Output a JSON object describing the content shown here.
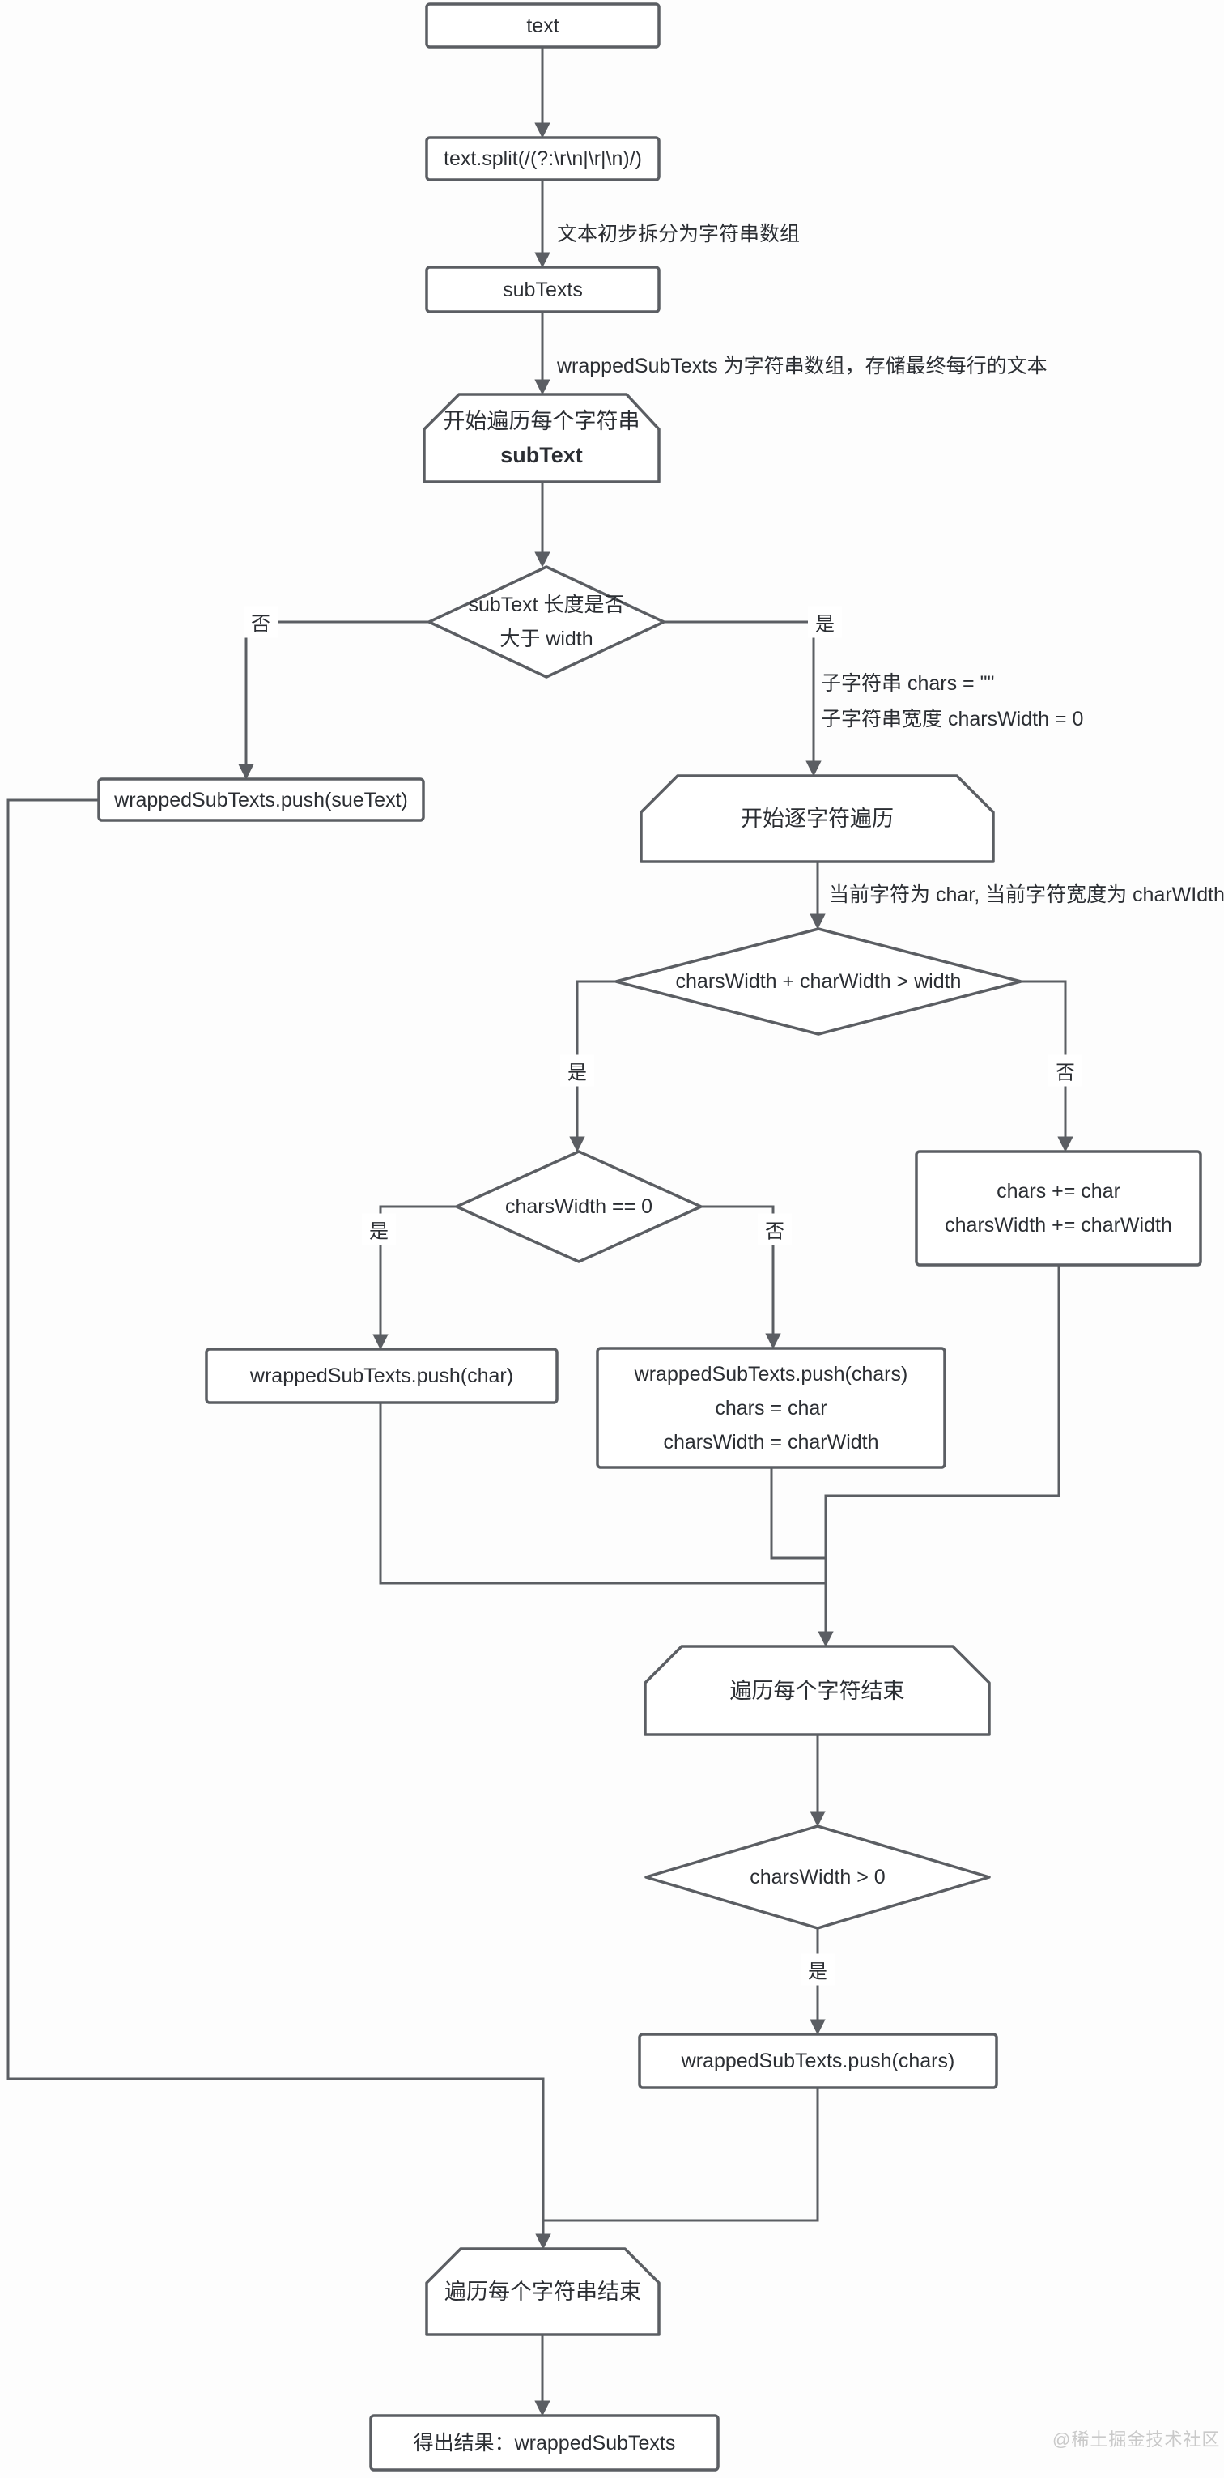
{
  "nodes": {
    "text": {
      "label": "text"
    },
    "split": {
      "label": "text.split(/(?:\\r\\n|\\r|\\n)/)"
    },
    "subtexts": {
      "label": "subTexts"
    },
    "loop_each_subtext": {
      "line1": "开始遍历每个字符串",
      "line2": "subText"
    },
    "dec_length": {
      "line1": "subText 长度是否",
      "line2": "大于 width"
    },
    "push_suetext": {
      "label": "wrappedSubTexts.push(sueText)"
    },
    "loop_each_char": {
      "label": "开始逐字符遍历"
    },
    "dec_overflow": {
      "label": "charsWidth + charWidth > width"
    },
    "acc": {
      "line1": "chars += char",
      "line2": "charsWidth += charWidth"
    },
    "dec_zero": {
      "label": "charsWidth == 0"
    },
    "push_char": {
      "label": "wrappedSubTexts.push(char)"
    },
    "push_reset": {
      "line1": "wrappedSubTexts.push(chars)",
      "line2": "chars = char",
      "line3": "charsWidth = charWidth"
    },
    "loop_char_end": {
      "label": "遍历每个字符结束"
    },
    "dec_remaining": {
      "label": "charsWidth > 0"
    },
    "push_chars": {
      "label": "wrappedSubTexts.push(chars)"
    },
    "loop_subtext_end": {
      "label": "遍历每个字符串结束"
    },
    "result": {
      "label": "得出结果：wrappedSubTexts"
    }
  },
  "notes": {
    "split_note": "文本初步拆分为字符串数组",
    "wrapped_note": "wrappedSubTexts 为字符串数组，存储最终每行的文本",
    "chars_init1": "子字符串 chars = \"\"",
    "chars_init2": "子字符串宽度 charsWidth = 0",
    "current_char": "当前字符为 char, 当前字符宽度为 charWIdth"
  },
  "branch_labels": {
    "yes": "是",
    "no": "否"
  },
  "watermark": "@稀土掘金技术社区",
  "colors": {
    "line": "#5b5e63",
    "text": "#2b2e33",
    "node_fill": "#ffffff",
    "watermark": "#c9c9c9",
    "background": "#fdfdfd"
  }
}
